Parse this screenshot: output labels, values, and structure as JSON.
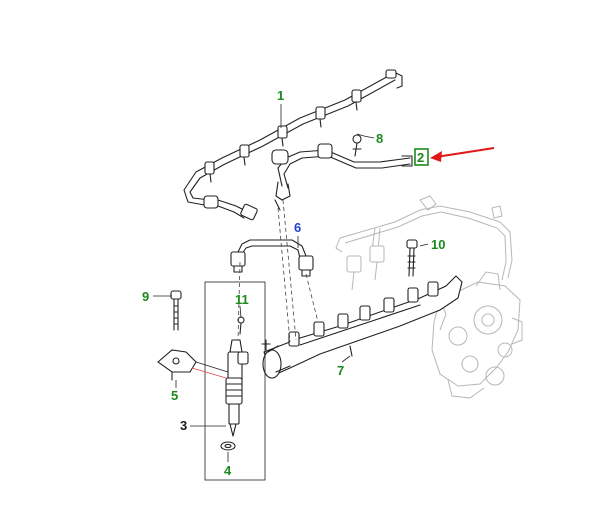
{
  "colors": {
    "callout_default": "#1b8a1b",
    "callout_alt": "#1f3fd6",
    "callout_plain": "#1a1a1a",
    "highlight_box": "#1b8a1b",
    "pointer_arrow": "#e01818"
  },
  "callouts": [
    {
      "id": "1",
      "label": "1",
      "color": "callout_default"
    },
    {
      "id": "2",
      "label": "2",
      "color": "callout_default",
      "highlighted": true
    },
    {
      "id": "3",
      "label": "3",
      "color": "callout_plain"
    },
    {
      "id": "4",
      "label": "4",
      "color": "callout_default"
    },
    {
      "id": "5",
      "label": "5",
      "color": "callout_default"
    },
    {
      "id": "6",
      "label": "6",
      "color": "callout_alt"
    },
    {
      "id": "7",
      "label": "7",
      "color": "callout_default"
    },
    {
      "id": "8",
      "label": "8",
      "color": "callout_default"
    },
    {
      "id": "9",
      "label": "9",
      "color": "callout_default"
    },
    {
      "id": "10",
      "label": "10",
      "color": "callout_default"
    },
    {
      "id": "11",
      "label": "11",
      "color": "callout_default"
    }
  ]
}
